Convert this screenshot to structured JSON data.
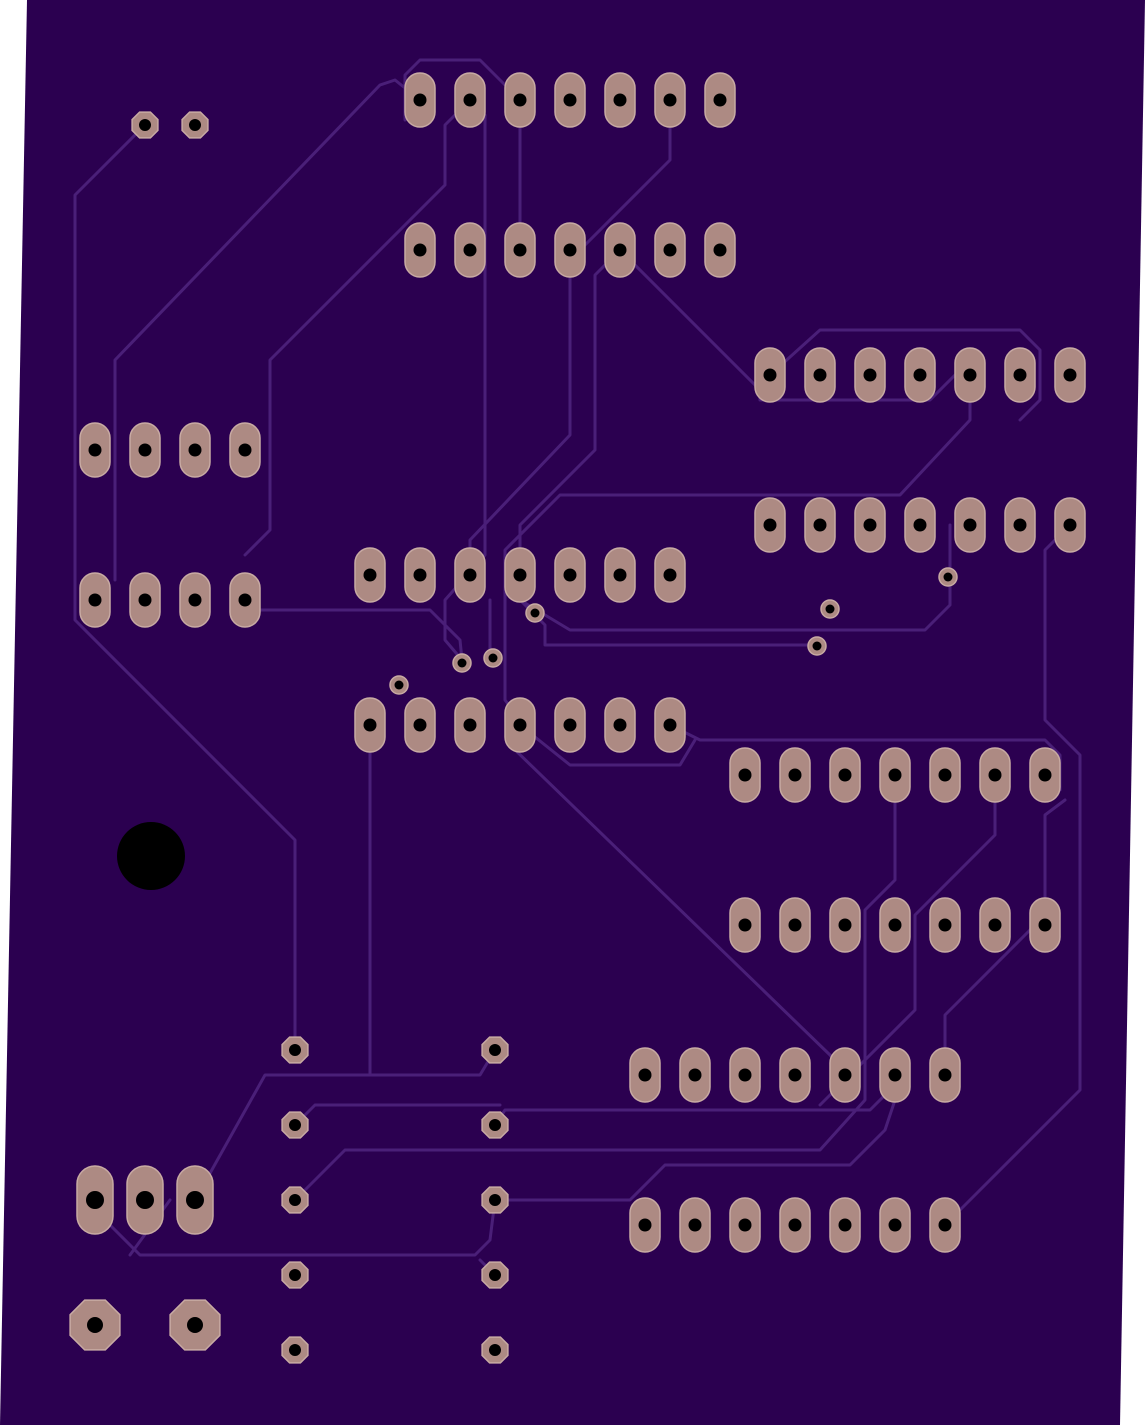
{
  "board": {
    "substrate_color": "#2b0050",
    "trace_color": "#4a1f78",
    "pad_color": "#ad8a83",
    "pad_outline_color": "#c8aaa3",
    "hole_color": "#000000",
    "background_color": "#ffffff"
  },
  "components": [
    {
      "name": "dip14-u1",
      "kind": "dip",
      "pins": 14,
      "count": 1
    },
    {
      "name": "dip14-u2",
      "kind": "dip",
      "pins": 14,
      "count": 1
    },
    {
      "name": "dip14-u3",
      "kind": "dip",
      "pins": 14,
      "count": 1
    },
    {
      "name": "dip14-u4",
      "kind": "dip",
      "pins": 14,
      "count": 1
    },
    {
      "name": "dip14-u5",
      "kind": "dip",
      "pins": 14,
      "count": 1
    },
    {
      "name": "dip8-u6",
      "kind": "dip",
      "pins": 8,
      "count": 1
    }
  ],
  "icons": {
    "mounting_hole": "mounting-hole-icon",
    "via": "via-icon",
    "pad": "pad-icon"
  }
}
